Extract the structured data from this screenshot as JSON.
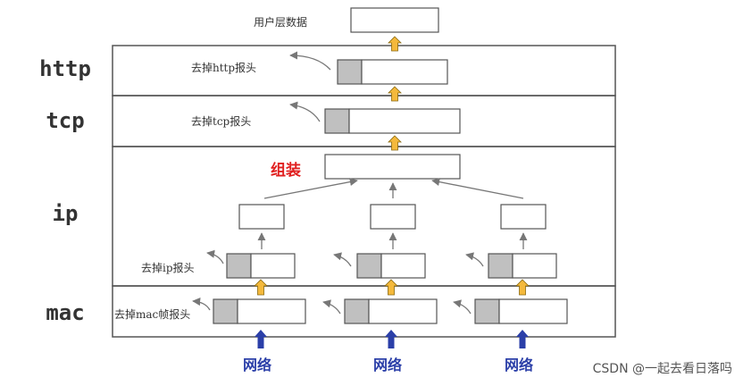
{
  "layers": {
    "http": "http",
    "tcp": "tcp",
    "ip": "ip",
    "mac": "mac"
  },
  "notes": {
    "user_data": "用户层数据",
    "strip_http": "去掉http报头",
    "strip_tcp": "去掉tcp报头",
    "assemble": "组装",
    "strip_ip": "去掉ip报头",
    "strip_mac": "去掉mac帧报头"
  },
  "network": [
    "网络",
    "网络",
    "网络"
  ],
  "watermark": "CSDN @一起去看日落吗",
  "colors": {
    "header_fill": "#c0c0c0",
    "up_arrow": "#f4b93c",
    "network_arrow": "#2b3fa8",
    "assemble_text": "#e02020",
    "border": "#555555"
  }
}
